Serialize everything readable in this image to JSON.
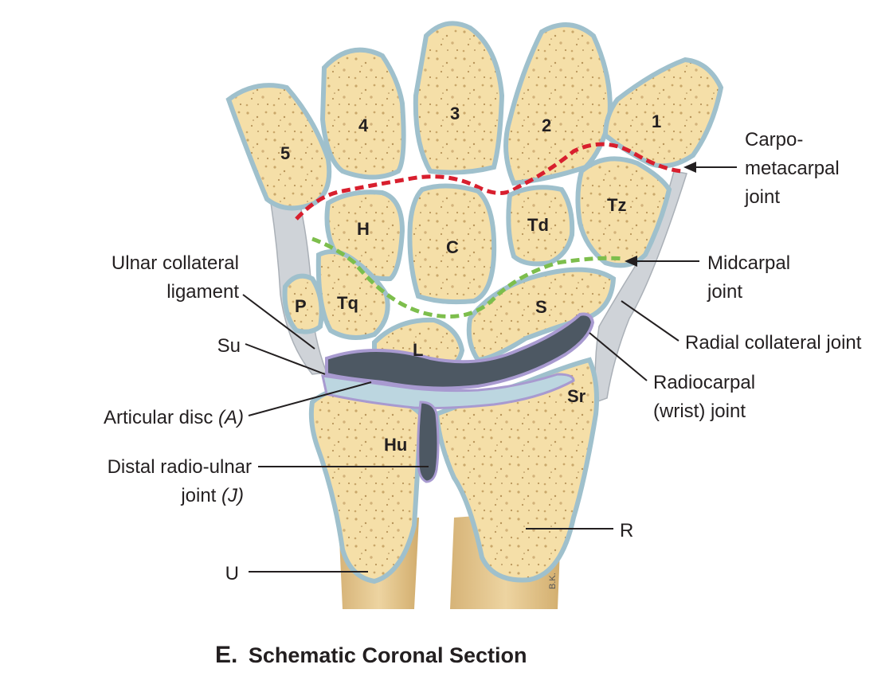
{
  "figure": {
    "title_letter": "E.",
    "title_text": "Schematic Coronal Section",
    "signature": "B.K."
  },
  "bones": {
    "mc1": "1",
    "mc2": "2",
    "mc3": "3",
    "mc4": "4",
    "mc5": "5",
    "hamate": "H",
    "capitate": "C",
    "trapezoid": "Td",
    "trapezium": "Tz",
    "pisiform": "P",
    "triquetrum": "Tq",
    "lunate": "L",
    "scaphoid": "S",
    "ulna_head": "Hu",
    "radius_styloid": "Sr"
  },
  "labels": {
    "cmc": [
      "Carpo-",
      "metacarpal",
      "joint"
    ],
    "midcarpal": [
      "Midcarpal",
      "joint"
    ],
    "radial_collateral": "Radial collateral joint",
    "radiocarpal": [
      "Radiocarpal",
      "(wrist) joint"
    ],
    "ulnar_collateral": [
      "Ulnar collateral",
      "ligament"
    ],
    "su": "Su",
    "articular_disc": "Articular disc ",
    "articular_disc_letter": "(A)",
    "druj_line1": "Distal radio-ulnar",
    "druj_line2": "joint ",
    "druj_letter": "(J)",
    "radius": "R",
    "ulna": "U"
  },
  "colors": {
    "bone_fill": "#f5dfa8",
    "bone_rim": "#9fc0cc",
    "cartilage": "#bcd6e0",
    "synovial": "#4d5863",
    "capsule": "#a89ad0",
    "ligament": "#cfd3d8",
    "shaft": "#e2c289",
    "cmc_line": "#d81f2e",
    "midcarpal_line": "#7dbe4c"
  }
}
